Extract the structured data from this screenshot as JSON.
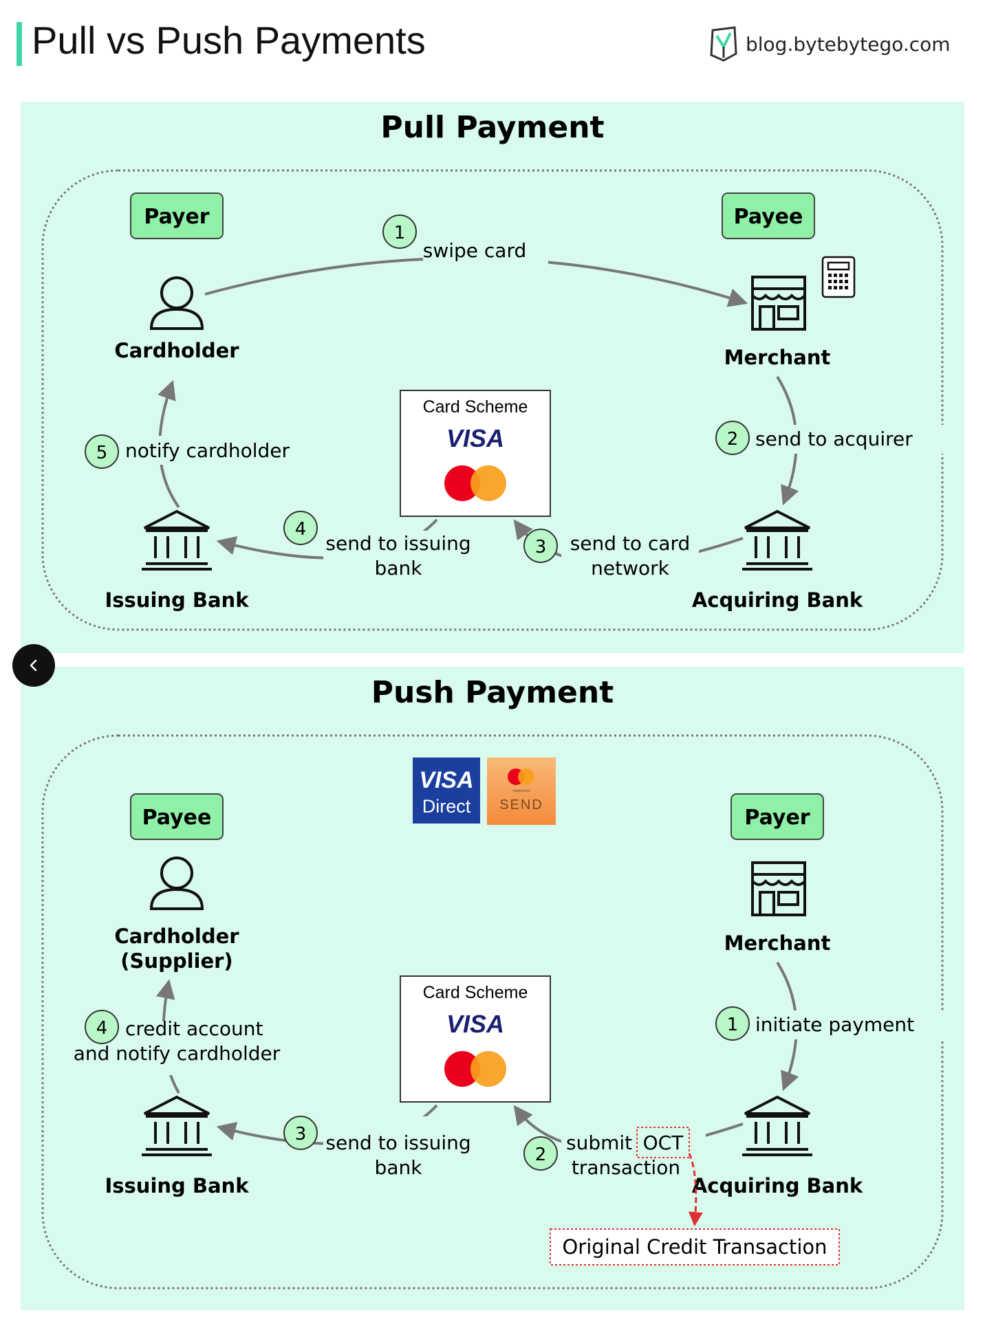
{
  "header": {
    "title": "Pull vs Push Payments",
    "brand": "blog.bytebytego.com",
    "accent_color": "#3ed6a6"
  },
  "pull": {
    "section_title": "Pull Payment",
    "left_role": "Payer",
    "right_role": "Payee",
    "left_person": "Cardholder",
    "right_shop": "Merchant",
    "left_bank": "Issuing Bank",
    "right_bank": "Acquiring Bank",
    "scheme_box_title": "Card Scheme",
    "scheme_visa": "VISA",
    "steps": [
      {
        "num": "1",
        "line1": "swipe card",
        "line2": ""
      },
      {
        "num": "2",
        "line1": "send to acquirer",
        "line2": ""
      },
      {
        "num": "3",
        "line1": "send to card",
        "line2": "network"
      },
      {
        "num": "4",
        "line1": "send to issuing",
        "line2": "bank"
      },
      {
        "num": "5",
        "line1": "notify cardholder",
        "line2": ""
      }
    ]
  },
  "push": {
    "section_title": "Push Payment",
    "left_role": "Payee",
    "right_role": "Payer",
    "left_person_line1": "Cardholder",
    "left_person_line2": "(Supplier)",
    "right_shop": "Merchant",
    "left_bank": "Issuing Bank",
    "right_bank": "Acquiring Bank",
    "scheme_box_title": "Card Scheme",
    "scheme_visa": "VISA",
    "visa_direct_line1": "VISA",
    "visa_direct_line2": "Direct",
    "mc_send_small": "mastercard",
    "mc_send": "SEND",
    "steps": [
      {
        "num": "1",
        "line1": "initiate payment",
        "line2": ""
      },
      {
        "num": "2",
        "line1": "submit",
        "highlight": "OCT",
        "line2": "transaction"
      },
      {
        "num": "3",
        "line1": "send to issuing",
        "line2": "bank"
      },
      {
        "num": "4",
        "line1": "credit account",
        "line2": "and notify cardholder"
      }
    ],
    "oct_full": "Original Credit Transaction"
  },
  "colors": {
    "section_bg": "#d9fbee",
    "role_box": "#8ff0a8",
    "step_circle": "#b9f7c8",
    "visa_blue": "#1a1f71",
    "mc_red": "#eb001b",
    "mc_orange": "#f79e1b",
    "oct_red": "#e03030"
  }
}
